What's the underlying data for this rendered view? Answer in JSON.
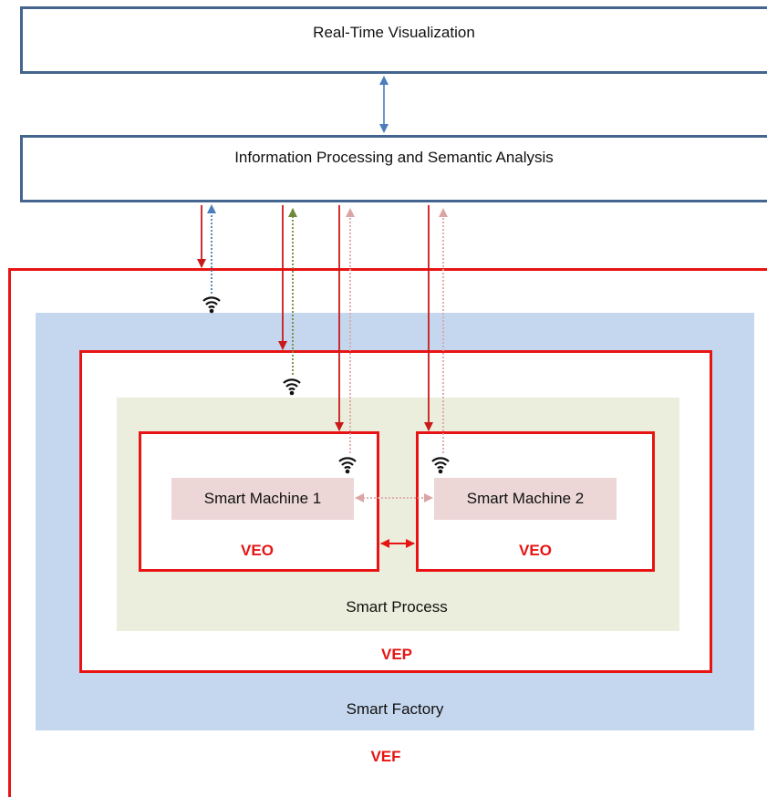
{
  "top": {
    "title": "Real-Time Visualization"
  },
  "middle": {
    "title": "Information Processing and Semantic Analysis"
  },
  "factory": {
    "label": "Smart Factory",
    "vef_label": "VEF"
  },
  "process": {
    "label": "Smart Process",
    "vep_label": "VEP"
  },
  "machines": [
    {
      "label": "Smart Machine 1",
      "veo_label": "VEO"
    },
    {
      "label": "Smart Machine 2",
      "veo_label": "VEO"
    }
  ],
  "colors": {
    "frame_blue": "#44658f",
    "accent_red": "#e81414",
    "factory_fill": "#c5d7ee",
    "process_fill": "#ebeedd",
    "machine_fill": "#ecd6d6",
    "feedback_blue": "#4a7ebc",
    "feedback_green": "#6f8a3a",
    "feedback_pink": "#dca5a5"
  },
  "icons": [
    "wifi-icon"
  ]
}
